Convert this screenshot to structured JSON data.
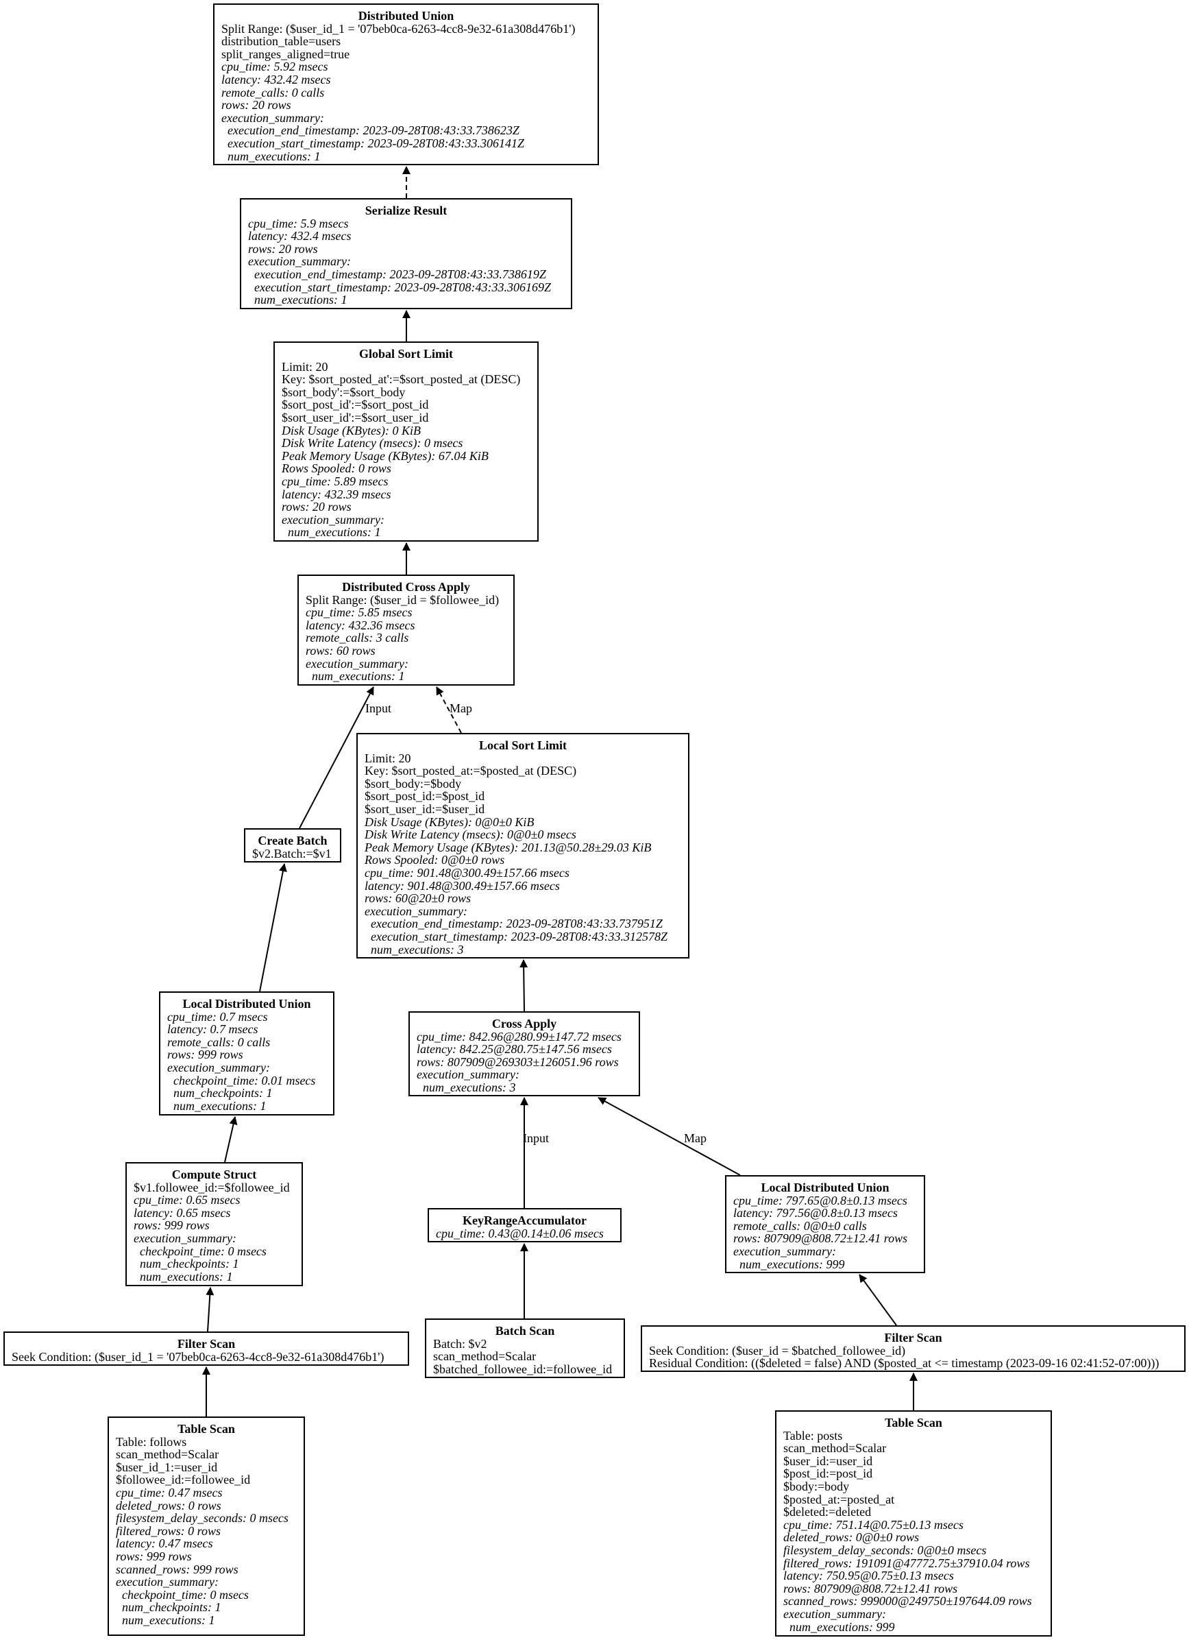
{
  "nodes": [
    {
      "key": "distributed_union",
      "title": "Distributed Union",
      "lines": [
        {
          "t": "Split Range: ($user_id_1 = '07beb0ca-6263-4cc8-9e32-61a308d476b1')",
          "i": false
        },
        {
          "t": "distribution_table=users",
          "i": false
        },
        {
          "t": "split_ranges_aligned=true",
          "i": false
        },
        {
          "t": "cpu_time: 5.92 msecs",
          "i": true
        },
        {
          "t": "latency: 432.42 msecs",
          "i": true
        },
        {
          "t": "remote_calls: 0 calls",
          "i": true
        },
        {
          "t": "rows: 20 rows",
          "i": true
        },
        {
          "t": "execution_summary:",
          "i": true
        },
        {
          "t": "  execution_end_timestamp: 2023-09-28T08:43:33.738623Z",
          "i": true
        },
        {
          "t": "  execution_start_timestamp: 2023-09-28T08:43:33.306141Z",
          "i": true
        },
        {
          "t": "  num_executions: 1",
          "i": true
        }
      ]
    },
    {
      "key": "serialize_result",
      "title": "Serialize Result",
      "lines": [
        {
          "t": "cpu_time: 5.9 msecs",
          "i": true
        },
        {
          "t": "latency: 432.4 msecs",
          "i": true
        },
        {
          "t": "rows: 20 rows",
          "i": true
        },
        {
          "t": "execution_summary:",
          "i": true
        },
        {
          "t": "  execution_end_timestamp: 2023-09-28T08:43:33.738619Z",
          "i": true
        },
        {
          "t": "  execution_start_timestamp: 2023-09-28T08:43:33.306169Z",
          "i": true
        },
        {
          "t": "  num_executions: 1",
          "i": true
        }
      ]
    },
    {
      "key": "global_sort_limit",
      "title": "Global Sort Limit",
      "lines": [
        {
          "t": "Limit: 20",
          "i": false
        },
        {
          "t": "Key: $sort_posted_at':=$sort_posted_at (DESC)",
          "i": false
        },
        {
          "t": "$sort_body':=$sort_body",
          "i": false
        },
        {
          "t": "$sort_post_id':=$sort_post_id",
          "i": false
        },
        {
          "t": "$sort_user_id':=$sort_user_id",
          "i": false
        },
        {
          "t": "Disk Usage (KBytes): 0 KiB",
          "i": true
        },
        {
          "t": "Disk Write Latency (msecs): 0 msecs",
          "i": true
        },
        {
          "t": "Peak Memory Usage (KBytes): 67.04 KiB",
          "i": true
        },
        {
          "t": "Rows Spooled: 0 rows",
          "i": true
        },
        {
          "t": "cpu_time: 5.89 msecs",
          "i": true
        },
        {
          "t": "latency: 432.39 msecs",
          "i": true
        },
        {
          "t": "rows: 20 rows",
          "i": true
        },
        {
          "t": "execution_summary:",
          "i": true
        },
        {
          "t": "  num_executions: 1",
          "i": true
        }
      ]
    },
    {
      "key": "distributed_cross_apply",
      "title": "Distributed Cross Apply",
      "lines": [
        {
          "t": "Split Range: ($user_id = $followee_id)",
          "i": false
        },
        {
          "t": "cpu_time: 5.85 msecs",
          "i": true
        },
        {
          "t": "latency: 432.36 msecs",
          "i": true
        },
        {
          "t": "remote_calls: 3 calls",
          "i": true
        },
        {
          "t": "rows: 60 rows",
          "i": true
        },
        {
          "t": "execution_summary:",
          "i": true
        },
        {
          "t": "  num_executions: 1",
          "i": true
        }
      ]
    },
    {
      "key": "create_batch",
      "title": "Create Batch",
      "lines": [
        {
          "t": "$v2.Batch:=$v1",
          "i": false
        }
      ]
    },
    {
      "key": "local_sort_limit",
      "title": "Local Sort Limit",
      "lines": [
        {
          "t": "Limit: 20",
          "i": false
        },
        {
          "t": "Key: $sort_posted_at:=$posted_at (DESC)",
          "i": false
        },
        {
          "t": "$sort_body:=$body",
          "i": false
        },
        {
          "t": "$sort_post_id:=$post_id",
          "i": false
        },
        {
          "t": "$sort_user_id:=$user_id",
          "i": false
        },
        {
          "t": "Disk Usage (KBytes): 0@0±0 KiB",
          "i": true
        },
        {
          "t": "Disk Write Latency (msecs): 0@0±0 msecs",
          "i": true
        },
        {
          "t": "Peak Memory Usage (KBytes): 201.13@50.28±29.03 KiB",
          "i": true
        },
        {
          "t": "Rows Spooled: 0@0±0 rows",
          "i": true
        },
        {
          "t": "cpu_time: 901.48@300.49±157.66 msecs",
          "i": true
        },
        {
          "t": "latency: 901.48@300.49±157.66 msecs",
          "i": true
        },
        {
          "t": "rows: 60@20±0 rows",
          "i": true
        },
        {
          "t": "execution_summary:",
          "i": true
        },
        {
          "t": "  execution_end_timestamp: 2023-09-28T08:43:33.737951Z",
          "i": true
        },
        {
          "t": "  execution_start_timestamp: 2023-09-28T08:43:33.312578Z",
          "i": true
        },
        {
          "t": "  num_executions: 3",
          "i": true
        }
      ]
    },
    {
      "key": "local_distributed_union_left",
      "title": "Local Distributed Union",
      "lines": [
        {
          "t": "cpu_time: 0.7 msecs",
          "i": true
        },
        {
          "t": "latency: 0.7 msecs",
          "i": true
        },
        {
          "t": "remote_calls: 0 calls",
          "i": true
        },
        {
          "t": "rows: 999 rows",
          "i": true
        },
        {
          "t": "execution_summary:",
          "i": true
        },
        {
          "t": "  checkpoint_time: 0.01 msecs",
          "i": true
        },
        {
          "t": "  num_checkpoints: 1",
          "i": true
        },
        {
          "t": "  num_executions: 1",
          "i": true
        }
      ]
    },
    {
      "key": "cross_apply",
      "title": "Cross Apply",
      "lines": [
        {
          "t": "cpu_time: 842.96@280.99±147.72 msecs",
          "i": true
        },
        {
          "t": "latency: 842.25@280.75±147.56 msecs",
          "i": true
        },
        {
          "t": "rows: 807909@269303±126051.96 rows",
          "i": true
        },
        {
          "t": "execution_summary:",
          "i": true
        },
        {
          "t": "  num_executions: 3",
          "i": true
        }
      ]
    },
    {
      "key": "compute_struct",
      "title": "Compute Struct",
      "lines": [
        {
          "t": "$v1.followee_id:=$followee_id",
          "i": false
        },
        {
          "t": "cpu_time: 0.65 msecs",
          "i": true
        },
        {
          "t": "latency: 0.65 msecs",
          "i": true
        },
        {
          "t": "rows: 999 rows",
          "i": true
        },
        {
          "t": "execution_summary:",
          "i": true
        },
        {
          "t": "  checkpoint_time: 0 msecs",
          "i": true
        },
        {
          "t": "  num_checkpoints: 1",
          "i": true
        },
        {
          "t": "  num_executions: 1",
          "i": true
        }
      ]
    },
    {
      "key": "local_distributed_union_right",
      "title": "Local Distributed Union",
      "lines": [
        {
          "t": "cpu_time: 797.65@0.8±0.13 msecs",
          "i": true
        },
        {
          "t": "latency: 797.56@0.8±0.13 msecs",
          "i": true
        },
        {
          "t": "remote_calls: 0@0±0 calls",
          "i": true
        },
        {
          "t": "rows: 807909@808.72±12.41 rows",
          "i": true
        },
        {
          "t": "execution_summary:",
          "i": true
        },
        {
          "t": "  num_executions: 999",
          "i": true
        }
      ]
    },
    {
      "key": "key_range_accumulator",
      "title": "KeyRangeAccumulator",
      "lines": [
        {
          "t": "cpu_time: 0.43@0.14±0.06 msecs",
          "i": true
        }
      ]
    },
    {
      "key": "filter_scan_left",
      "title": "Filter Scan",
      "lines": [
        {
          "t": "Seek Condition: ($user_id_1 = '07beb0ca-6263-4cc8-9e32-61a308d476b1')",
          "i": false
        }
      ]
    },
    {
      "key": "batch_scan",
      "title": "Batch Scan",
      "lines": [
        {
          "t": "Batch: $v2",
          "i": false
        },
        {
          "t": "scan_method=Scalar",
          "i": false
        },
        {
          "t": "$batched_followee_id:=followee_id",
          "i": false
        }
      ]
    },
    {
      "key": "filter_scan_right",
      "title": "Filter Scan",
      "lines": [
        {
          "t": "Seek Condition: ($user_id = $batched_followee_id)",
          "i": false
        },
        {
          "t": "Residual Condition: (($deleted = false) AND ($posted_at <= timestamp (2023-09-16 02:41:52-07:00)))",
          "i": false
        }
      ]
    },
    {
      "key": "table_scan_left",
      "title": "Table Scan",
      "lines": [
        {
          "t": "Table: follows",
          "i": false
        },
        {
          "t": "scan_method=Scalar",
          "i": false
        },
        {
          "t": "$user_id_1:=user_id",
          "i": false
        },
        {
          "t": "$followee_id:=followee_id",
          "i": false
        },
        {
          "t": "cpu_time: 0.47 msecs",
          "i": true
        },
        {
          "t": "deleted_rows: 0 rows",
          "i": true
        },
        {
          "t": "filesystem_delay_seconds: 0 msecs",
          "i": true
        },
        {
          "t": "filtered_rows: 0 rows",
          "i": true
        },
        {
          "t": "latency: 0.47 msecs",
          "i": true
        },
        {
          "t": "rows: 999 rows",
          "i": true
        },
        {
          "t": "scanned_rows: 999 rows",
          "i": true
        },
        {
          "t": "execution_summary:",
          "i": true
        },
        {
          "t": "  checkpoint_time: 0 msecs",
          "i": true
        },
        {
          "t": "  num_checkpoints: 1",
          "i": true
        },
        {
          "t": "  num_executions: 1",
          "i": true
        }
      ]
    },
    {
      "key": "table_scan_right",
      "title": "Table Scan",
      "lines": [
        {
          "t": "Table: posts",
          "i": false
        },
        {
          "t": "scan_method=Scalar",
          "i": false
        },
        {
          "t": "$user_id:=user_id",
          "i": false
        },
        {
          "t": "$post_id:=post_id",
          "i": false
        },
        {
          "t": "$body:=body",
          "i": false
        },
        {
          "t": "$posted_at:=posted_at",
          "i": false
        },
        {
          "t": "$deleted:=deleted",
          "i": false
        },
        {
          "t": "cpu_time: 751.14@0.75±0.13 msecs",
          "i": true
        },
        {
          "t": "deleted_rows: 0@0±0 rows",
          "i": true
        },
        {
          "t": "filesystem_delay_seconds: 0@0±0 msecs",
          "i": true
        },
        {
          "t": "filtered_rows: 191091@47772.75±37910.04 rows",
          "i": true
        },
        {
          "t": "latency: 750.95@0.75±0.13 msecs",
          "i": true
        },
        {
          "t": "rows: 807909@808.72±12.41 rows",
          "i": true
        },
        {
          "t": "scanned_rows: 999000@249750±197644.09 rows",
          "i": true
        },
        {
          "t": "execution_summary:",
          "i": true
        },
        {
          "t": "  num_executions: 999",
          "i": true
        }
      ]
    }
  ],
  "edges": [
    {
      "from": "serialize_result",
      "to": "distributed_union",
      "label": "",
      "dashed": true
    },
    {
      "from": "global_sort_limit",
      "to": "serialize_result",
      "label": "",
      "dashed": false
    },
    {
      "from": "distributed_cross_apply",
      "to": "global_sort_limit",
      "label": "",
      "dashed": false
    },
    {
      "from": "create_batch",
      "to": "distributed_cross_apply",
      "label": "Input",
      "dashed": false
    },
    {
      "from": "local_sort_limit",
      "to": "distributed_cross_apply",
      "label": "Map",
      "dashed": true
    },
    {
      "from": "local_distributed_union_left",
      "to": "create_batch",
      "label": "",
      "dashed": false
    },
    {
      "from": "compute_struct",
      "to": "local_distributed_union_left",
      "label": "",
      "dashed": false
    },
    {
      "from": "filter_scan_left",
      "to": "compute_struct",
      "label": "",
      "dashed": false
    },
    {
      "from": "table_scan_left",
      "to": "filter_scan_left",
      "label": "",
      "dashed": false
    },
    {
      "from": "cross_apply",
      "to": "local_sort_limit",
      "label": "",
      "dashed": false
    },
    {
      "from": "key_range_accumulator",
      "to": "cross_apply",
      "label": "Input",
      "dashed": false
    },
    {
      "from": "local_distributed_union_right",
      "to": "cross_apply",
      "label": "Map",
      "dashed": false
    },
    {
      "from": "batch_scan",
      "to": "key_range_accumulator",
      "label": "",
      "dashed": false
    },
    {
      "from": "filter_scan_right",
      "to": "local_distributed_union_right",
      "label": "",
      "dashed": false
    },
    {
      "from": "table_scan_right",
      "to": "filter_scan_right",
      "label": "",
      "dashed": false
    }
  ]
}
